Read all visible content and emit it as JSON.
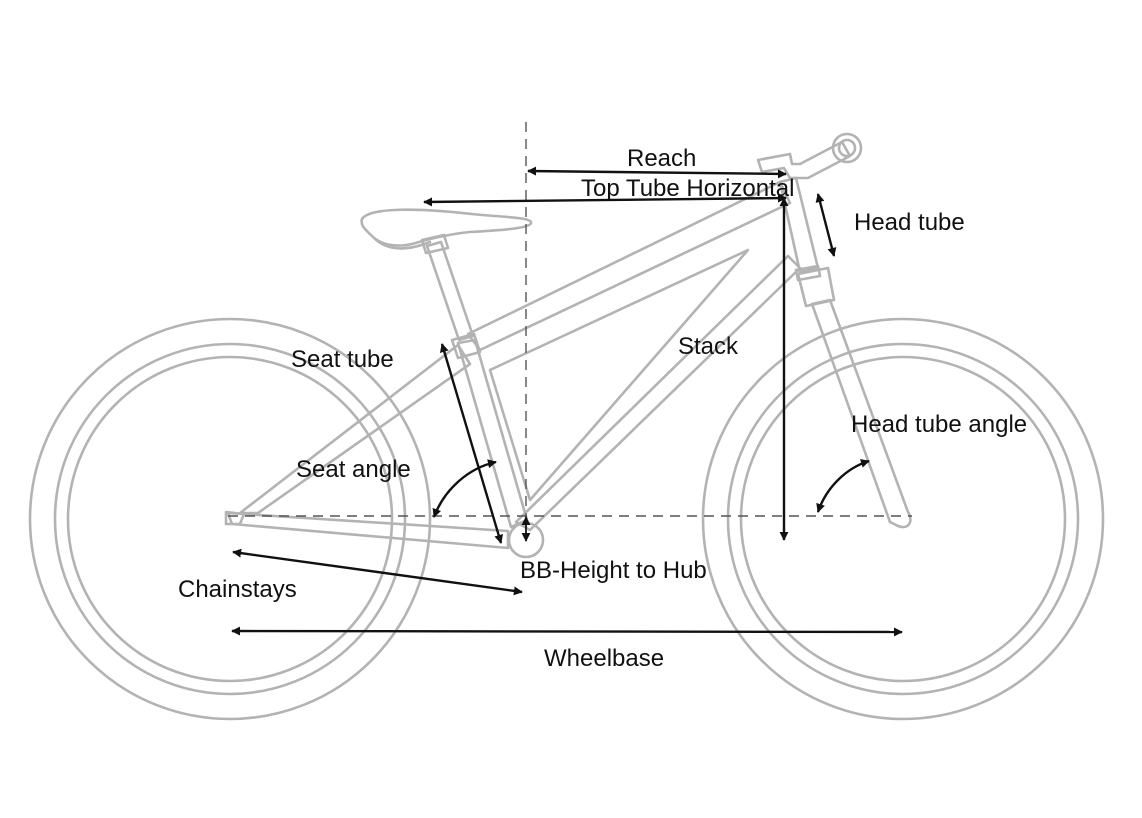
{
  "labels": {
    "reach": "Reach",
    "top_tube_horizontal": "Top Tube Horizontal",
    "head_tube": "Head tube",
    "stack": "Stack",
    "seat_tube": "Seat tube",
    "head_tube_angle": "Head tube angle",
    "seat_angle": "Seat angle",
    "bb_height_to_hub": "BB-Height to Hub",
    "chainstays": "Chainstays",
    "wheelbase": "Wheelbase"
  },
  "colors": {
    "bike_outline": "#b3b3b3",
    "dimension_line": "#111111",
    "reference_line": "#555555",
    "text": "#111111",
    "background": "#ffffff"
  }
}
